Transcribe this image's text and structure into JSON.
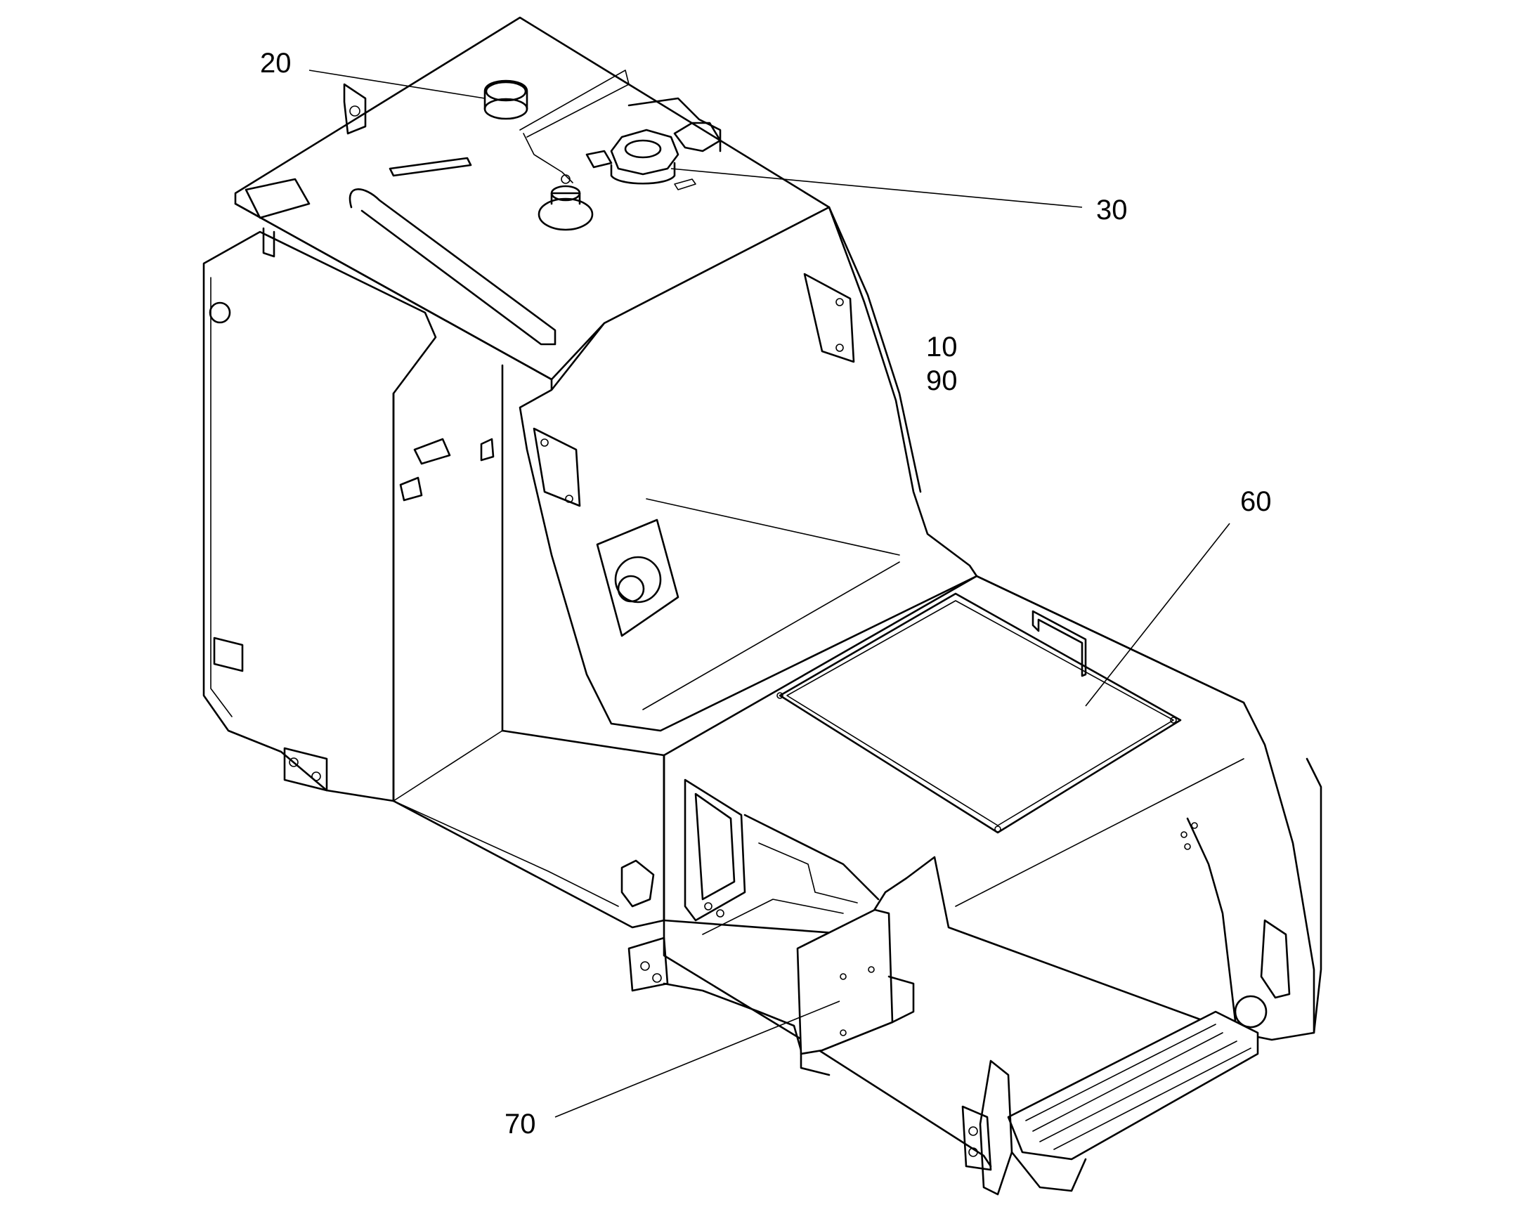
{
  "labels": {
    "l20": "20",
    "l30": "30",
    "l10": "10",
    "l90": "90",
    "l60": "60",
    "l70": "70"
  }
}
